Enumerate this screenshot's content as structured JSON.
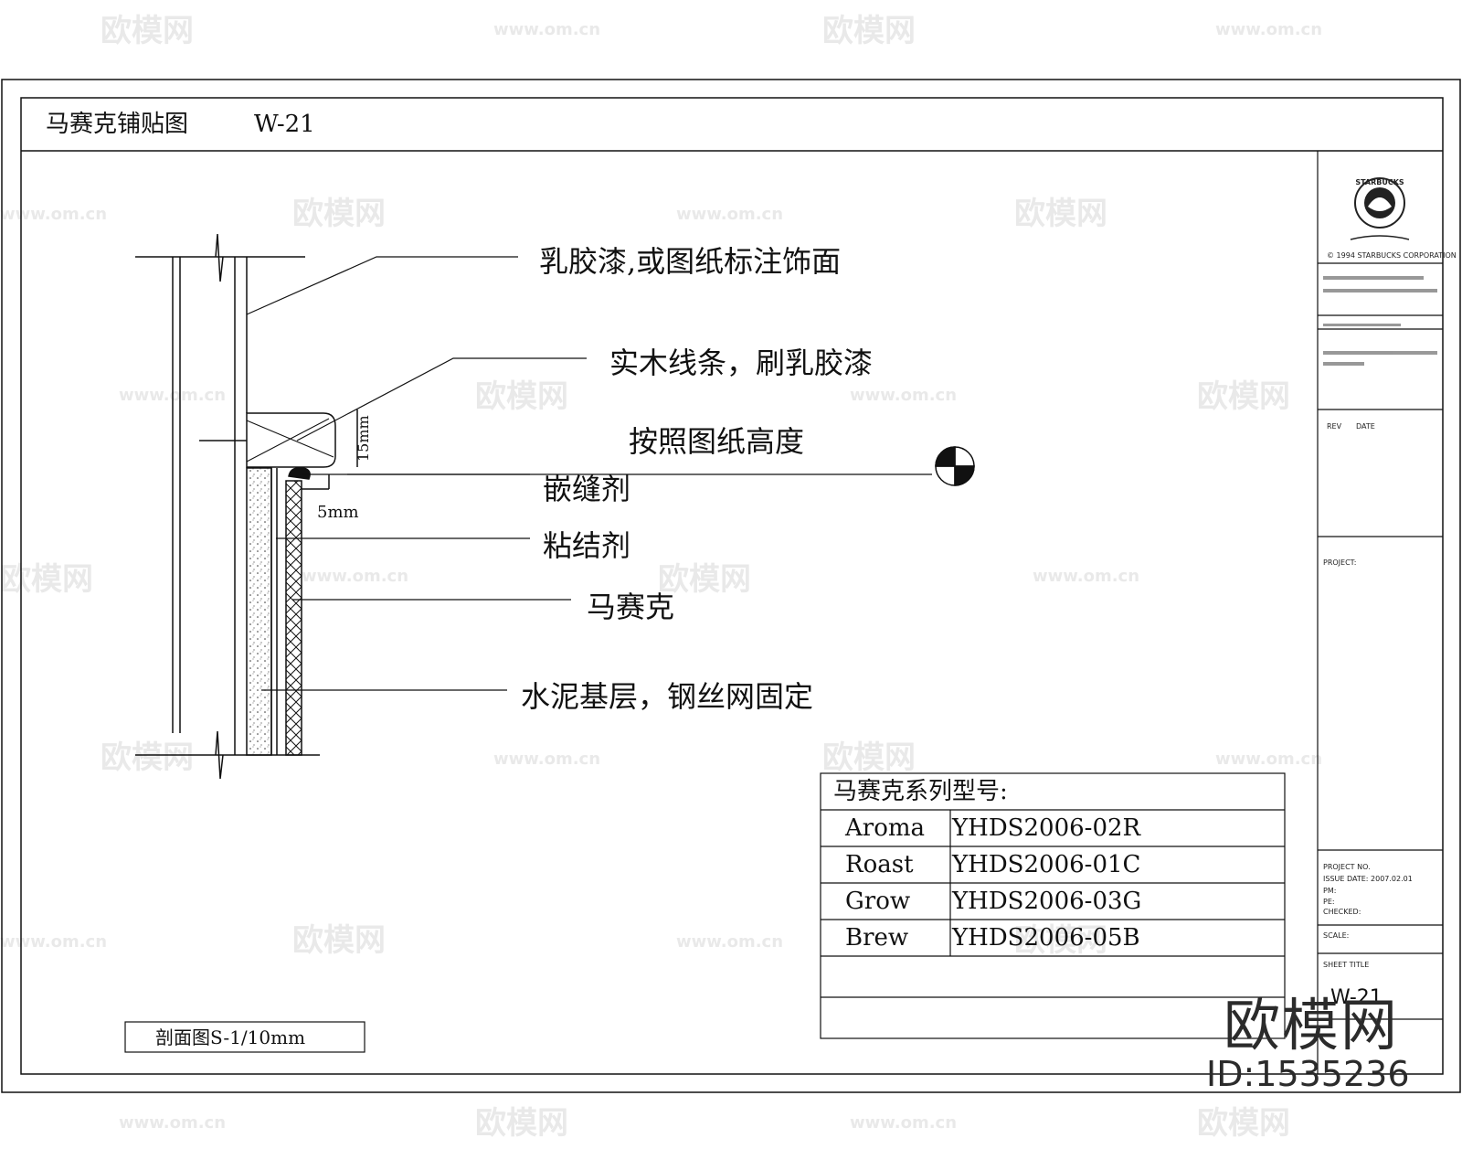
{
  "header": {
    "title": "马赛克铺贴图",
    "code": "W-21"
  },
  "callouts": {
    "finish": "乳胶漆,或图纸标注饰面",
    "trim": "实木线条，刷乳胶漆",
    "height": "按照图纸高度",
    "grout": "嵌缝剂",
    "adhesive": "粘结剂",
    "mosaic": "马赛克",
    "base": "水泥基层，钢丝网固定"
  },
  "dims": {
    "d15": "15mm",
    "d5": "5mm"
  },
  "section_label": "剖面图S-1/10mm",
  "series_table": {
    "title": "马赛克系列型号:",
    "rows": [
      {
        "name": "Aroma",
        "code": "YHDS2006-02R"
      },
      {
        "name": "Roast",
        "code": "YHDS2006-01C"
      },
      {
        "name": "Grow",
        "code": "YHDS2006-03G"
      },
      {
        "name": "Brew",
        "code": "YHDS2006-05B"
      }
    ]
  },
  "title_block": {
    "logo_text": "STARBUCKS",
    "copyright": "© 1994 STARBUCKS CORPORATION",
    "rev": "REV",
    "date": "DATE",
    "project": "PROJECT:",
    "project_no": "PROJECT NO.",
    "issue_date": "ISSUE DATE:  2007.02.01",
    "pm": "PM:",
    "pe": "PE:",
    "checked": "CHECKED:",
    "scale": "SCALE:",
    "sheet_title": "SHEET TITLE",
    "sheet_no": "W-21"
  },
  "watermark": {
    "brand": "欧模网",
    "site": "www.om.cn",
    "id": "ID:1535236"
  }
}
